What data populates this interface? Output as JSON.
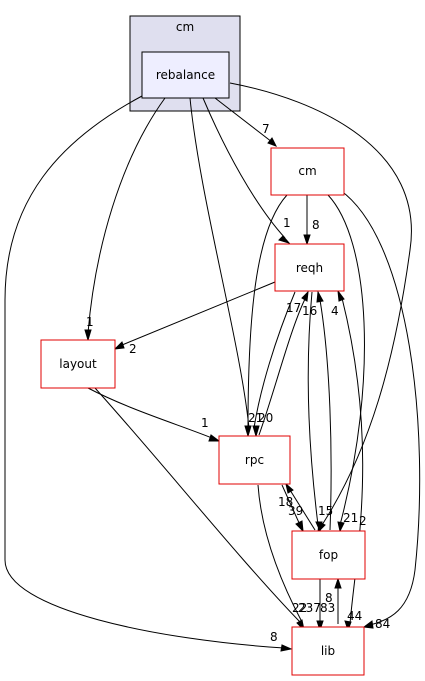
{
  "cluster": {
    "label": "cm"
  },
  "nodes": {
    "rebalance": "rebalance",
    "cm": "cm",
    "reqh": "reqh",
    "layout": "layout",
    "rpc": "rpc",
    "fop": "fop",
    "lib": "lib"
  },
  "edge_labels": {
    "reb_cm": "7",
    "reb_reqh": "1",
    "reb_layout": "1",
    "reb_lib": "8",
    "cm_reqh": "8",
    "reqh_layout": "2",
    "reqh_rpc_tail": "17",
    "reqh_fop_tail": "16",
    "lib_reqh": "4",
    "layout_rpc": "1",
    "rpc_head_a": "21",
    "rpc_head_b": "20",
    "fop_rpc": "18",
    "rpc_fop": "39",
    "fop_head_a": "15",
    "fop_head_b": "21",
    "fop_head_c": "2",
    "lib_fop": "8",
    "lib_head_a": "22",
    "lib_head_b": "237",
    "lib_head_c": "83",
    "lib_head_d": "44",
    "lib_head_e": "84"
  },
  "colors": {
    "cluster_fill": "#dfdfef",
    "cluster_stroke": "#000000",
    "focus_fill": "#eeeeff",
    "focus_stroke": "#000000",
    "node_stroke": "#e00000",
    "edge": "#000000"
  }
}
